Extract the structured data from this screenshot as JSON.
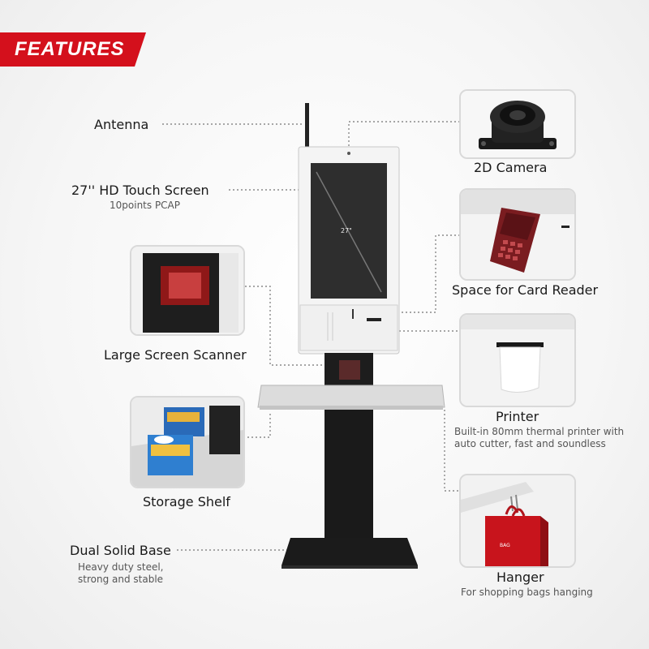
{
  "banner": {
    "title": "FEATURES",
    "color": "#d4101c"
  },
  "features": {
    "antenna": {
      "label": "Antenna"
    },
    "touch_screen": {
      "label": "27'' HD Touch Screen",
      "sub": "10points PCAP",
      "screen_text": "27\""
    },
    "scanner": {
      "label": "Large Screen Scanner"
    },
    "shelf": {
      "label": "Storage Shelf"
    },
    "base": {
      "label": "Dual Solid Base",
      "sub_line1": "Heavy duty steel,",
      "sub_line2": "strong and stable"
    },
    "camera": {
      "label": "2D Camera"
    },
    "card_reader": {
      "label": "Space for Card Reader"
    },
    "printer": {
      "label": "Printer",
      "sub_line1": "Built-in 80mm thermal printer with",
      "sub_line2": "auto cutter, fast and soundless"
    },
    "hanger": {
      "label": "Hanger",
      "sub": "For shopping bags hanging",
      "bag_brand": "BAG"
    }
  }
}
